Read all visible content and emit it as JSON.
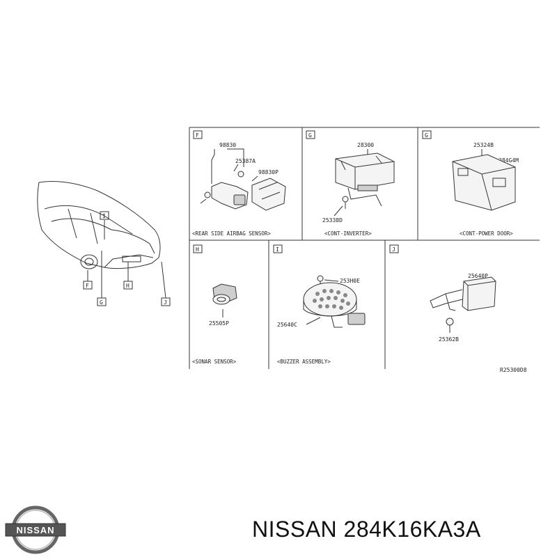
{
  "diagram": {
    "reference_code": "R25300D8",
    "overview_keys": [
      "F",
      "G",
      "H",
      "I",
      "J"
    ],
    "panels": [
      {
        "key": "F",
        "caption": "<REAR SIDE AIRBAG SENSOR>",
        "parts": [
          "98830",
          "25387A",
          "98830P"
        ]
      },
      {
        "key": "G",
        "caption": "<CONT-INVERTER>",
        "parts": [
          "28300",
          "25338D"
        ]
      },
      {
        "key": "G",
        "caption": "<CONT-POWER DOOR>",
        "parts": [
          "25324B",
          "284G4M"
        ]
      },
      {
        "key": "H",
        "caption": "<SONAR SENSOR>",
        "parts": [
          "25505P"
        ]
      },
      {
        "key": "I",
        "caption": "<BUZZER ASSEMBLY>",
        "parts": [
          "253H0E",
          "25640C"
        ]
      },
      {
        "key": "J",
        "caption": "",
        "parts": [
          "25640P",
          "25362B"
        ]
      }
    ]
  },
  "footer": {
    "brand": "NISSAN",
    "title": "NISSAN 284K16KA3A"
  },
  "colors": {
    "line": "#333333",
    "logo": "#555555"
  }
}
